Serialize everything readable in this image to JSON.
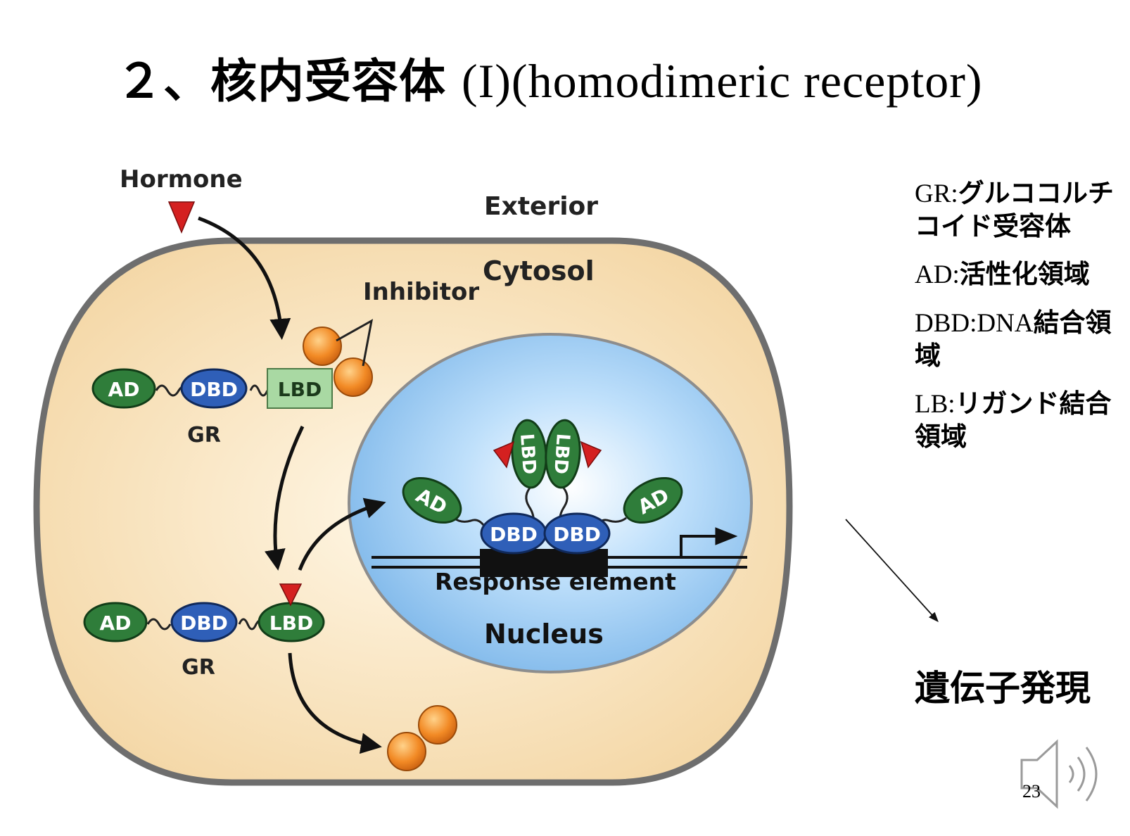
{
  "title": {
    "prefix": "２、核内受容体",
    "suffix": "(I)(homodimeric receptor)"
  },
  "diagram": {
    "hormone": "Hormone",
    "exterior": "Exterior",
    "cytosol": "Cytosol",
    "inhibitor": "Inhibitor",
    "nucleus": "Nucleus",
    "response_element": "Response element",
    "ad": "AD",
    "dbd": "DBD",
    "lbd": "LBD",
    "gr": "GR"
  },
  "legend": [
    {
      "abbr": "GR:",
      "desc": "グルココルチコイド受容体"
    },
    {
      "abbr": "AD:",
      "desc": "活性化領域"
    },
    {
      "abbr": "DBD:DNA",
      "desc": "結合領域"
    },
    {
      "abbr": "LB:",
      "desc": "リガンド結合領域"
    }
  ],
  "result": "遺伝子発現",
  "page_number": "23",
  "icons": [
    "speaker-icon"
  ],
  "colors": {
    "cytosol": "#f6dcae",
    "nucleus": "#9ccaf0",
    "ad_green": "#2f7d3a",
    "dbd_blue": "#2f5fb8",
    "lbd_box": "#a9d9a3",
    "inhibitor_orange": "#f08a2a",
    "hormone_red": "#d42020"
  }
}
